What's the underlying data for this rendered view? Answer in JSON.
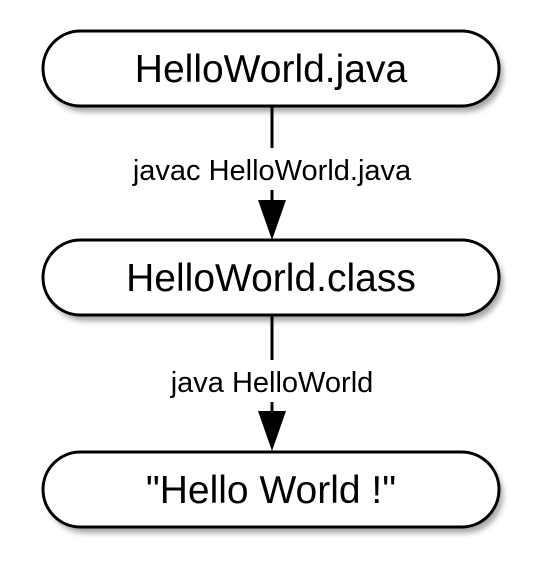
{
  "diagram": {
    "nodes": [
      {
        "id": "source",
        "label": "HelloWorld.java"
      },
      {
        "id": "bytecode",
        "label": "HelloWorld.class"
      },
      {
        "id": "output",
        "label": "\"Hello World !\""
      }
    ],
    "edges": [
      {
        "from": "source",
        "to": "bytecode",
        "label": "javac HelloWorld.java"
      },
      {
        "from": "bytecode",
        "to": "output",
        "label": "java HelloWorld"
      }
    ],
    "colors": {
      "stroke": "#000000",
      "fill": "#ffffff",
      "text": "#000000"
    }
  }
}
